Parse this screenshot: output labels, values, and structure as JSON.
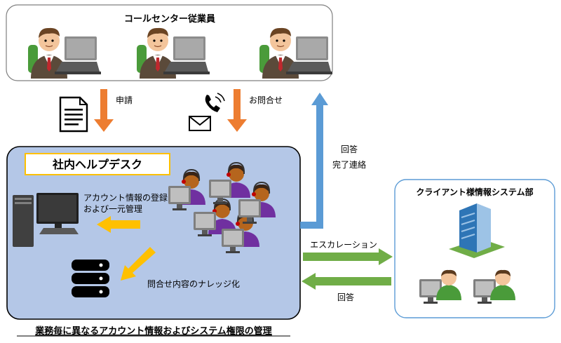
{
  "call_center": {
    "title": "コールセンター従業員"
  },
  "flows": {
    "application": "申請",
    "inquiry": "お問合せ",
    "reply": "回答",
    "completion": "完了連絡",
    "escalation": "エスカレーション",
    "reply_back": "回答"
  },
  "helpdesk": {
    "title": "社内ヘルプデスク",
    "account_line1": "アカウント情報の登録",
    "account_line2": "および一元管理",
    "knowledge": "問合せ内容のナレッジ化"
  },
  "client": {
    "title": "クライアント様情報システム部"
  },
  "caption": "業務毎に異なるアカウント情報およびシステム権限の管理",
  "colors": {
    "orange_arrow": "#ED7D31",
    "yellow_arrow": "#FFC000",
    "blue_arrow": "#5B9BD5",
    "green_arrow": "#70AD47",
    "helpdesk_fill": "#B4C7E7",
    "client_border": "#5B9BD5"
  }
}
